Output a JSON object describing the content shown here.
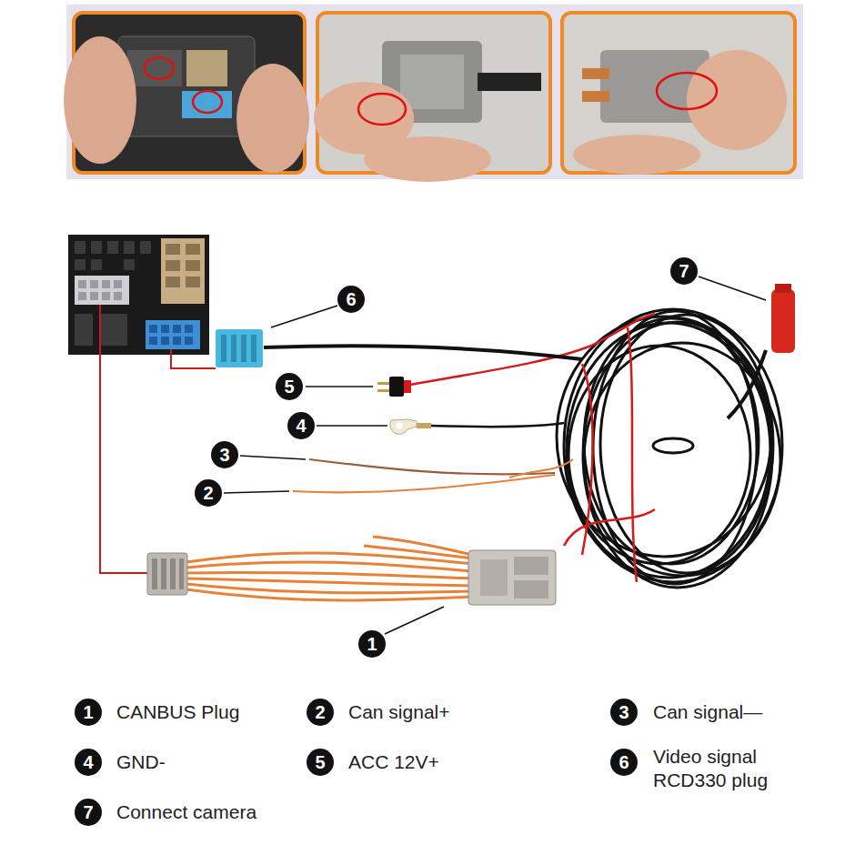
{
  "diagram": {
    "nodes": [
      {
        "text": [
          "7"
        ]
      },
      {
        "text": [
          "6"
        ]
      },
      {
        "text": [
          "5"
        ]
      },
      {
        "text": [
          "4"
        ]
      },
      {
        "text": [
          "3"
        ]
      },
      {
        "text": [
          "2"
        ]
      },
      {
        "text": [
          "1"
        ]
      },
      {
        "text": [
          "1"
        ]
      },
      {
        "text": [
          "2"
        ]
      },
      {
        "text": [
          "3"
        ]
      },
      {
        "text": [
          "4"
        ]
      },
      {
        "text": [
          "5"
        ]
      },
      {
        "text": [
          "6"
        ]
      },
      {
        "text": [
          "7"
        ]
      }
    ],
    "labels": [
      "CANBUS Plug",
      "Can signal+",
      "Can signal—",
      "GND-",
      "ACC 12V+",
      "Video signal RCD330 plug",
      "Connect camera"
    ]
  }
}
